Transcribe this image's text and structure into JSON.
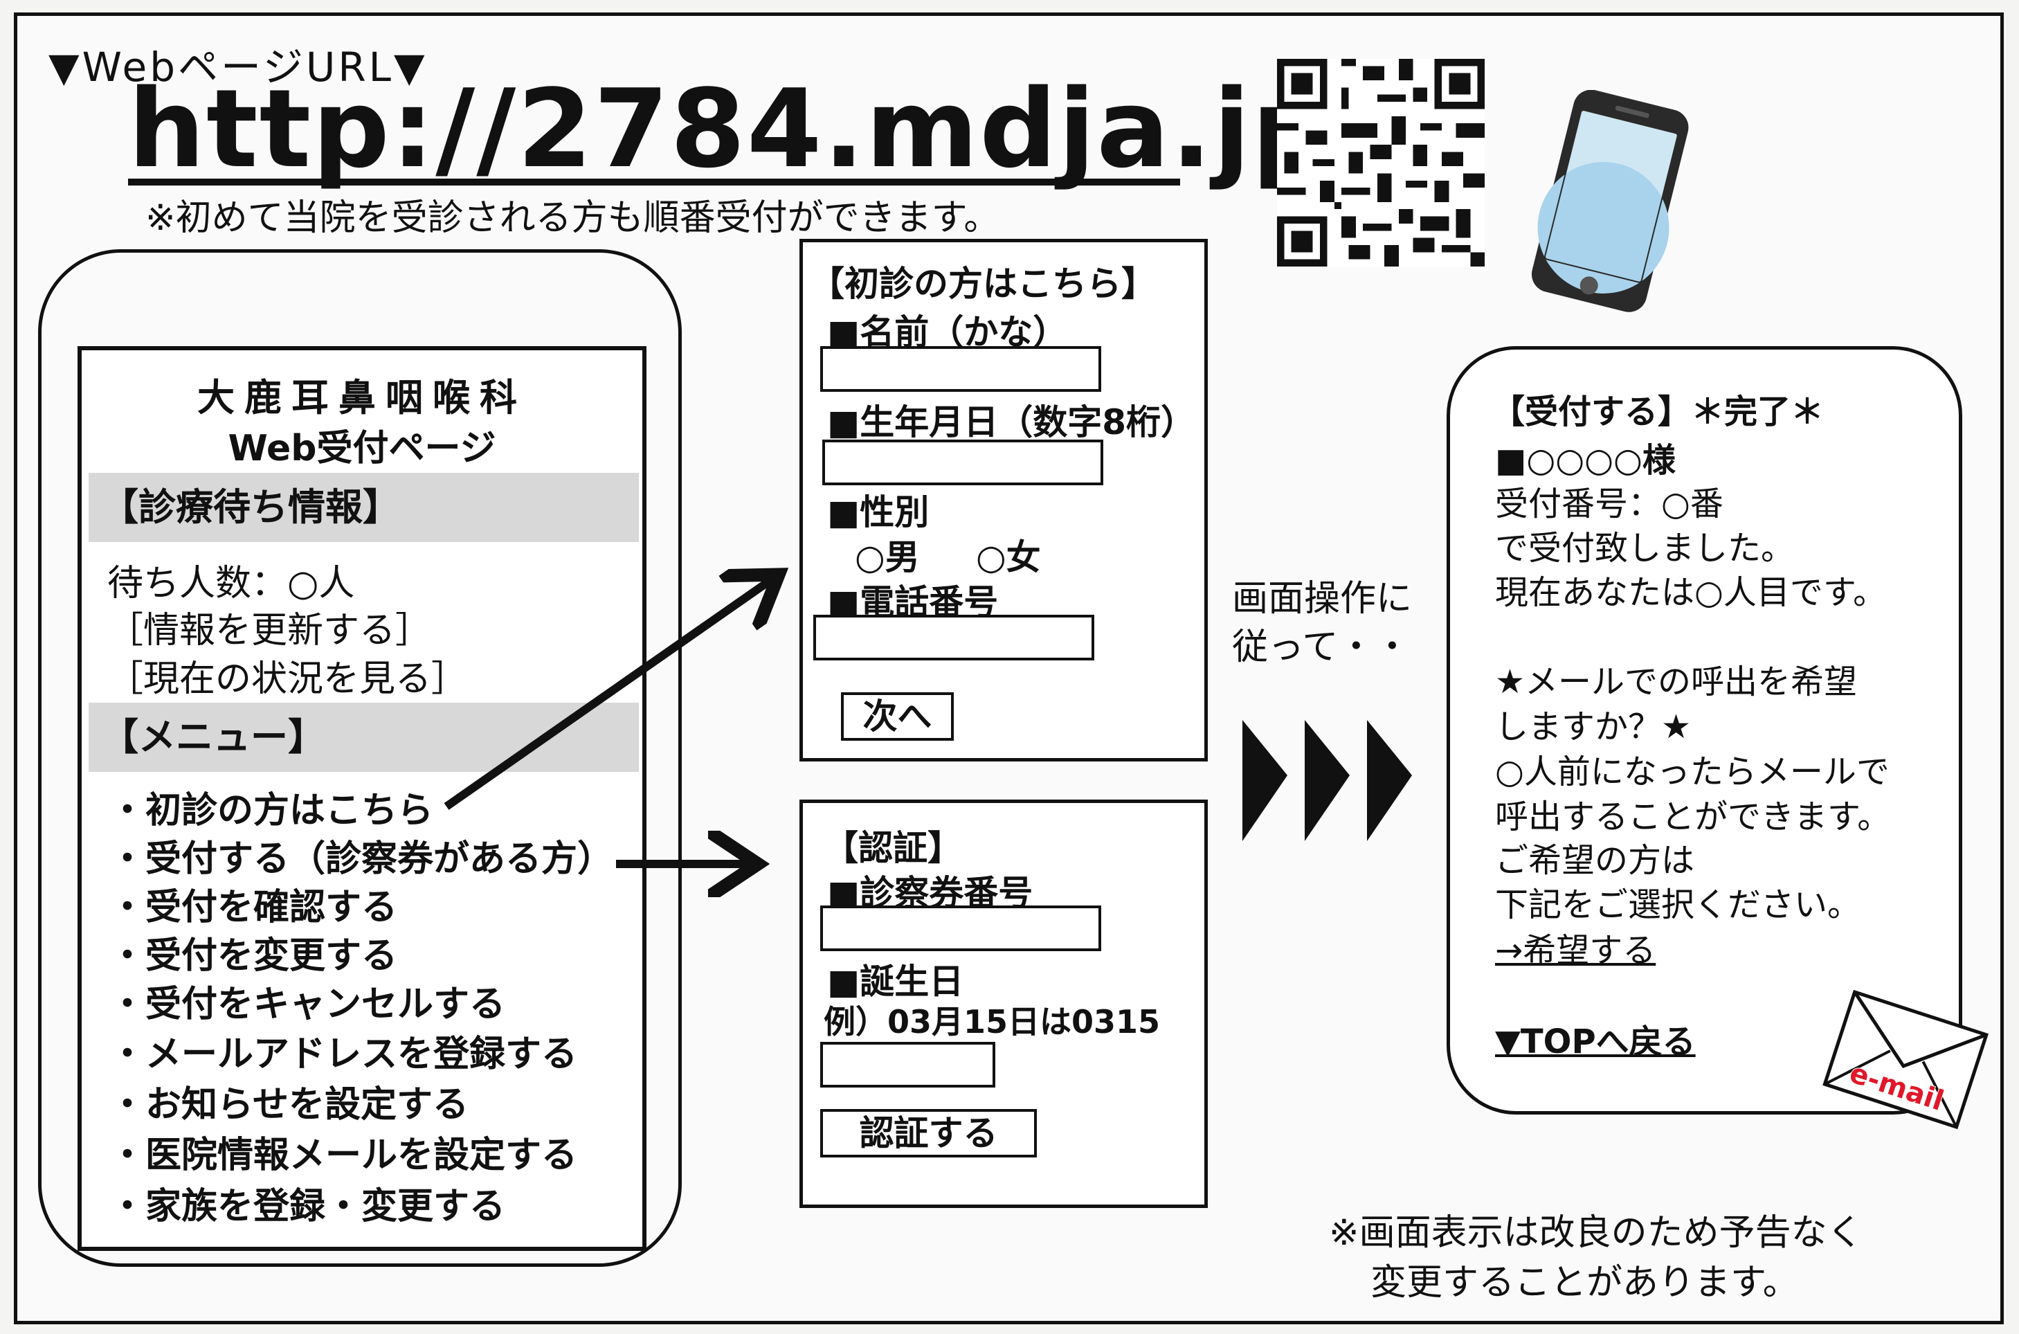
{
  "header": {
    "url_label": "▼WebページURL▼",
    "url": "http://2784.mdja.jp",
    "note": "※初めて当院を受診される方も順番受付ができます。"
  },
  "main_screen": {
    "clinic_name": "大鹿耳鼻咽喉科",
    "clinic_subtitle": "Web受付ページ",
    "wait_title": "【診療待ち情報】",
    "wait_count": "待ち人数：○人",
    "refresh_link": "［情報を更新する］",
    "status_link": "［現在の状況を見る］",
    "menu_title": "【メニュー】",
    "menu_items": [
      "・初診の方はこちら",
      "・受付する（診察券がある方）",
      "・受付を確認する",
      "・受付を変更する",
      "・受付をキャンセルする",
      "・メールアドレスを登録する",
      "・お知らせを設定する",
      "・医院情報メールを設定する",
      "・家族を登録・変更する"
    ]
  },
  "first_visit_form": {
    "title": "【初診の方はこちら】",
    "name_label": "■名前（かな）",
    "birth_label": "■生年月日（数字8桁）",
    "gender_label": "■性別",
    "gender_male": "○男",
    "gender_female": "○女",
    "phone_label": "■電話番号",
    "next_button": "次へ"
  },
  "auth_form": {
    "title": "【認証】",
    "card_label": "■診察券番号",
    "birthday_label": "■誕生日",
    "example": "例）03月15日は0315",
    "auth_button": "認証する"
  },
  "operation_text": [
    "画面操作に",
    "従って・・"
  ],
  "completion": {
    "title": "【受付する】＊完了＊",
    "name_line": "■○○○○様",
    "number_line": "受付番号：○番",
    "done_line": "で受付致しました。",
    "position_line": "現在あなたは○人目です。",
    "mail_q1": "★メールでの呼出を希望",
    "mail_q2": "しますか？★",
    "mail_desc1": "○人前になったらメールで",
    "mail_desc2": "呼出することができます。",
    "mail_desc3": "ご希望の方は",
    "mail_desc4": "下記をご選択ください。",
    "wish_link": "→希望する",
    "top_link": "▼TOPへ戻る",
    "email_badge": "e-mail"
  },
  "footer": {
    "line1": "※画面表示は改良のため予告なく",
    "line2": "変更することがあります。"
  }
}
